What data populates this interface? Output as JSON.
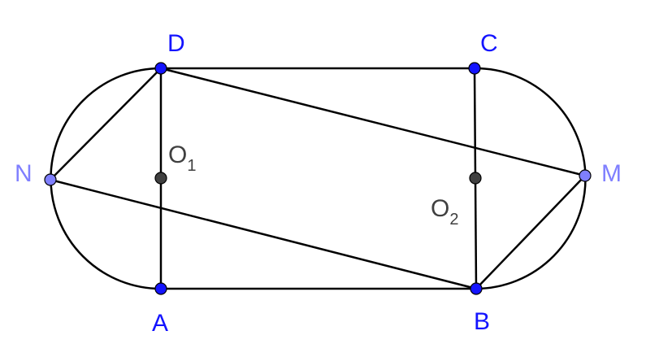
{
  "colors": {
    "primary_point": "#1414ff",
    "secondary_point": "#7f7fff",
    "center_point": "#404040",
    "line": "#000000"
  },
  "labels": {
    "D": "D",
    "C": "C",
    "A": "A",
    "B": "B",
    "N": "N",
    "M": "M",
    "O1_main": "O",
    "O1_sub": "1",
    "O2_main": "O",
    "O2_sub": "2"
  }
}
